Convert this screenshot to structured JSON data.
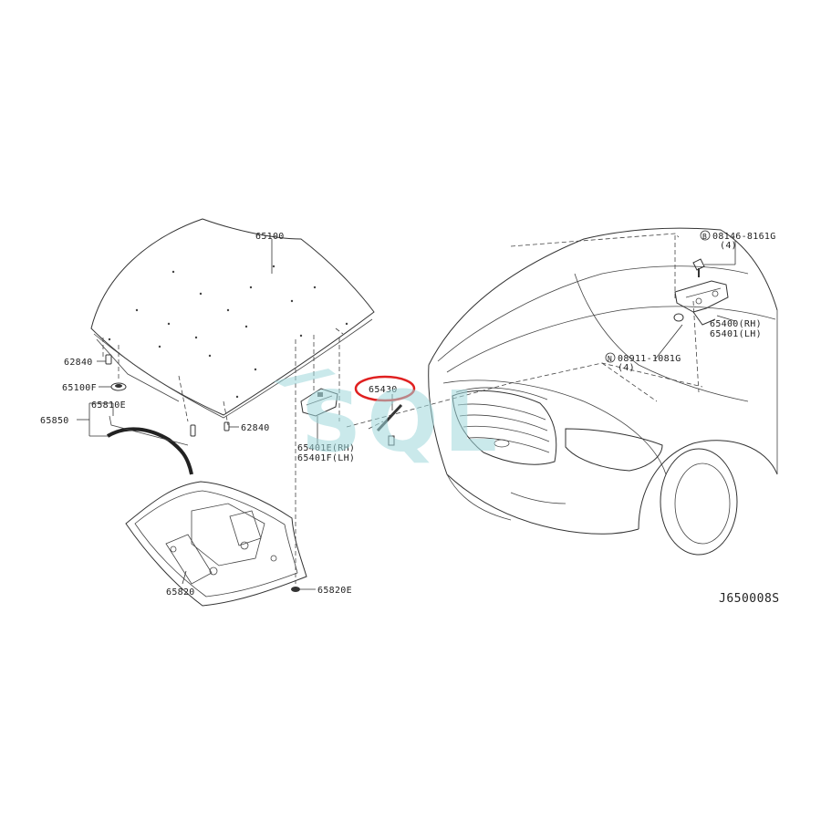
{
  "labels": {
    "hood": "65100",
    "bumper_rubber_a": "62840",
    "bumper_rubber_b": "62840",
    "hood_seal_clip": "65100F",
    "seal_clip": "65810E",
    "seal": "65850",
    "lock_rh": "65401E(RH)",
    "lock_lh": "65401F(LH)",
    "stay": "65430",
    "hinge_bolt": "08146-8161G",
    "hinge_bolt_qty": "(4)",
    "hinge_bolt_marker": "B",
    "hinge_rh": "65400(RH)",
    "hinge_lh": "65401(LH)",
    "hinge_nut": "08911-1081G",
    "hinge_nut_qty": "(4)",
    "hinge_nut_marker": "N",
    "insulator": "65820",
    "insulator_clip": "65820E"
  },
  "diagram_code": "J650008S",
  "watermark": "SQL",
  "colors": {
    "highlight_circle": "#e02020",
    "watermark": "#9fd8dc"
  }
}
